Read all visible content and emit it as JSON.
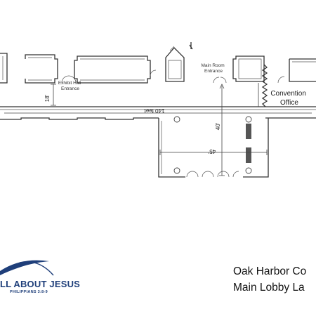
{
  "labels": {
    "exhibit_hall": [
      "Exhibit Hall",
      "Entrance"
    ],
    "main_room": [
      "Main Room",
      "Entrance"
    ],
    "convention_office": [
      "Convention",
      "Office"
    ]
  },
  "dimensions": {
    "length": "140 feet",
    "corridor_width": "18'",
    "lobby_depth": "40'",
    "lobby_width": "45'"
  },
  "title": {
    "line1": "Oak Harbor Co",
    "line2": "Main Lobby La"
  },
  "logo": {
    "text": "LL ABOUT JESUS",
    "reference": "PHILIPPIANS 3:8-9",
    "color": "#1f3f7a"
  }
}
